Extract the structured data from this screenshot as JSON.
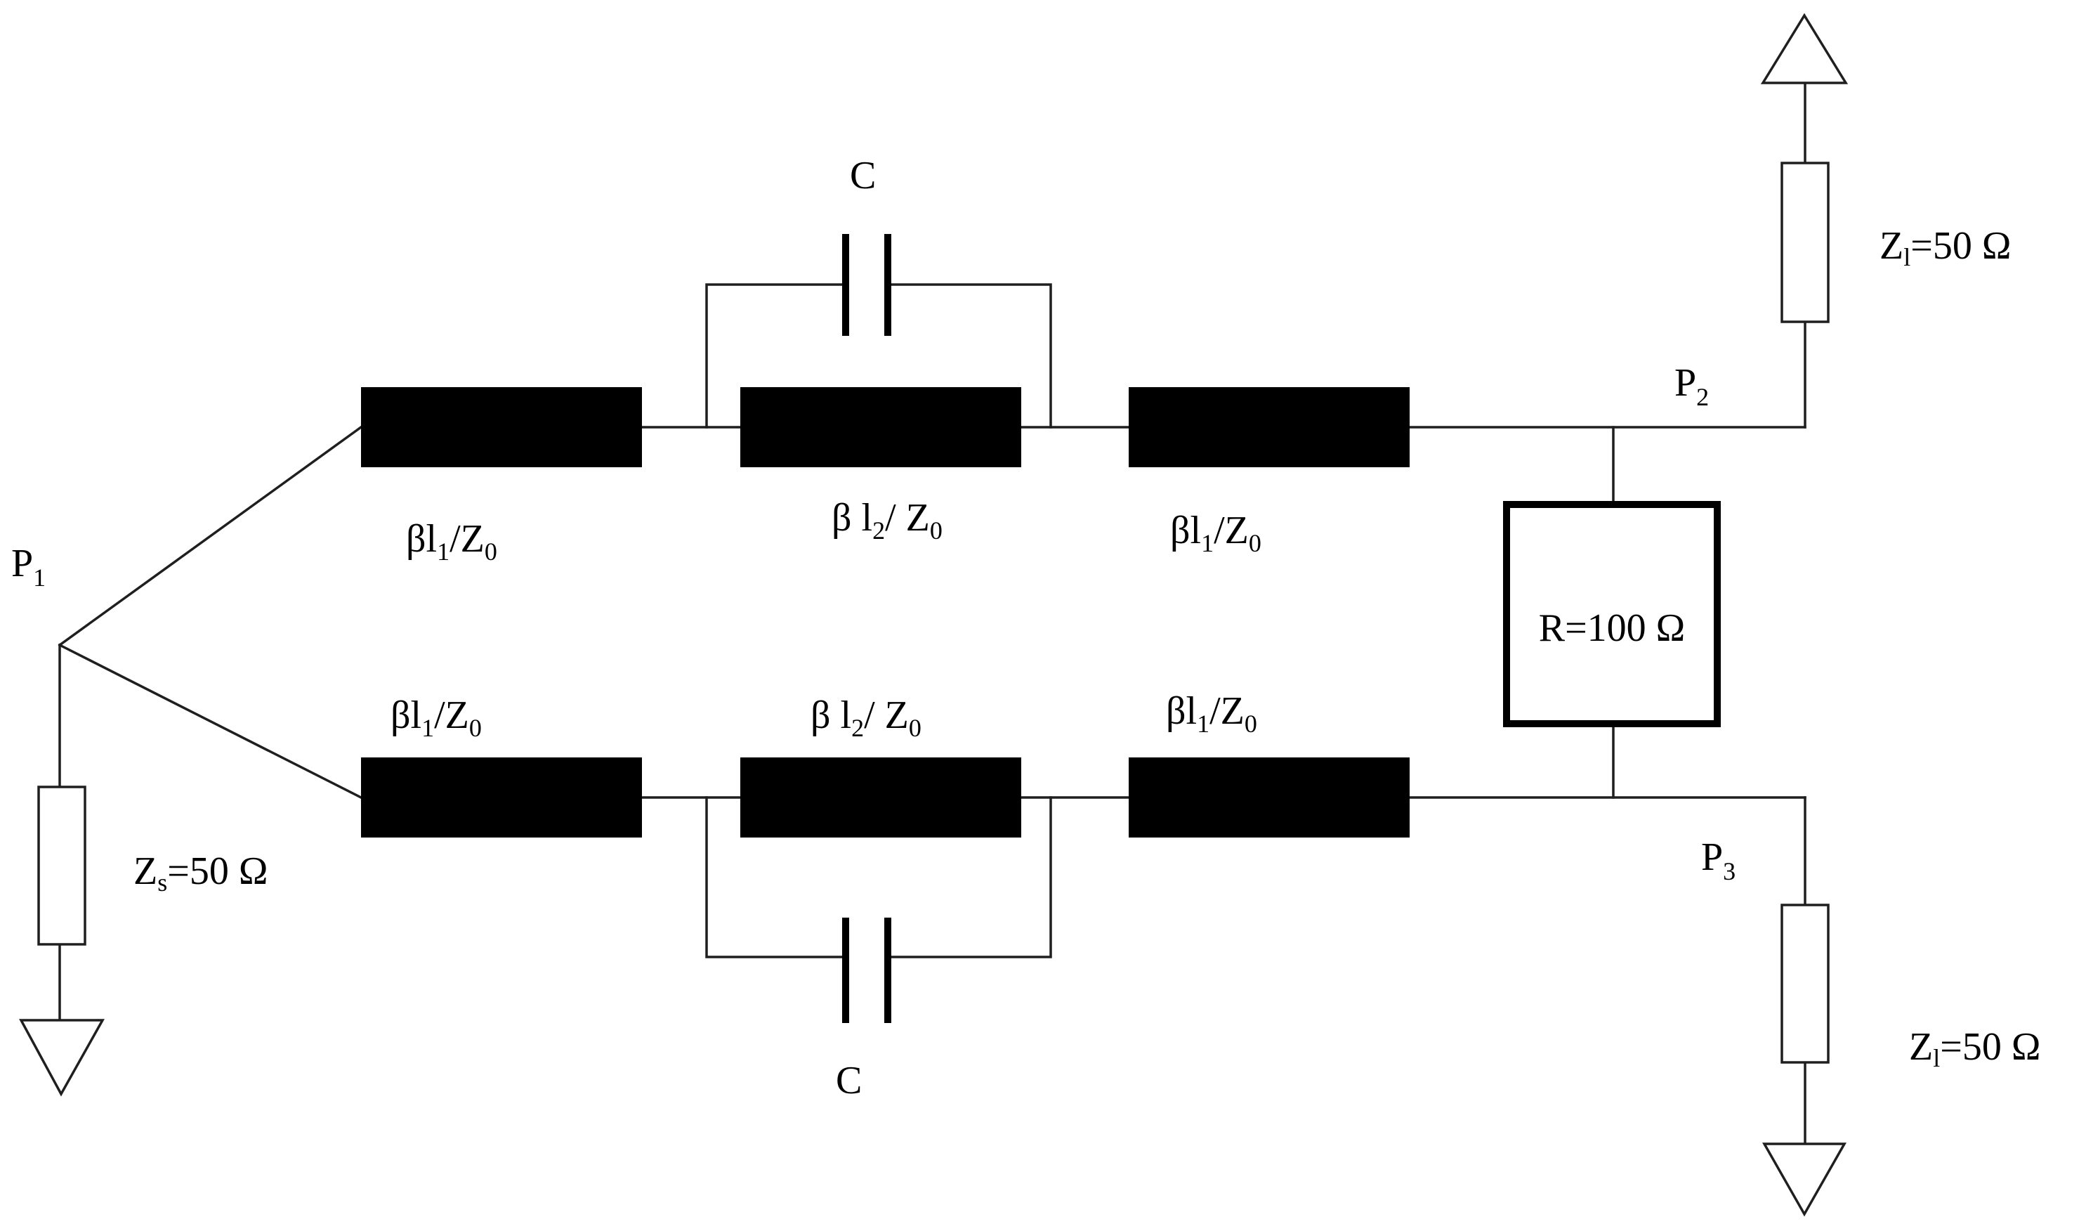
{
  "labels": {
    "cap_top": "C",
    "cap_bottom": "C",
    "port1": {
      "base": "P",
      "sub": "1"
    },
    "port2": {
      "base": "P",
      "sub": "2"
    },
    "port3": {
      "base": "P",
      "sub": "3"
    },
    "zs": {
      "base": "Z",
      "sub": "s",
      "rest": "=50 Ω"
    },
    "zl_top": {
      "base": "Z",
      "sub": "l",
      "rest": "=50 Ω"
    },
    "zl_bottom": {
      "base": "Z",
      "sub": "l",
      "rest": "=50 Ω"
    },
    "resistor": "R=100 Ω",
    "upper_line1": {
      "a": "βl",
      "a_sub": "1",
      "b": "/Z",
      "b_sub": "0"
    },
    "upper_line2": {
      "a": "β l",
      "a_sub": "2",
      "b": "/ Z",
      "b_sub": "0"
    },
    "upper_line3": {
      "a": "βl",
      "a_sub": "1",
      "b": "/Z",
      "b_sub": "0"
    },
    "lower_line1": {
      "a": "βl",
      "a_sub": "1",
      "b": "/Z",
      "b_sub": "0"
    },
    "lower_line2": {
      "a": "β l",
      "a_sub": "2",
      "b": "/ Z",
      "b_sub": "0"
    },
    "lower_line3": {
      "a": "βl",
      "a_sub": "1",
      "b": "/Z",
      "b_sub": "0"
    }
  }
}
